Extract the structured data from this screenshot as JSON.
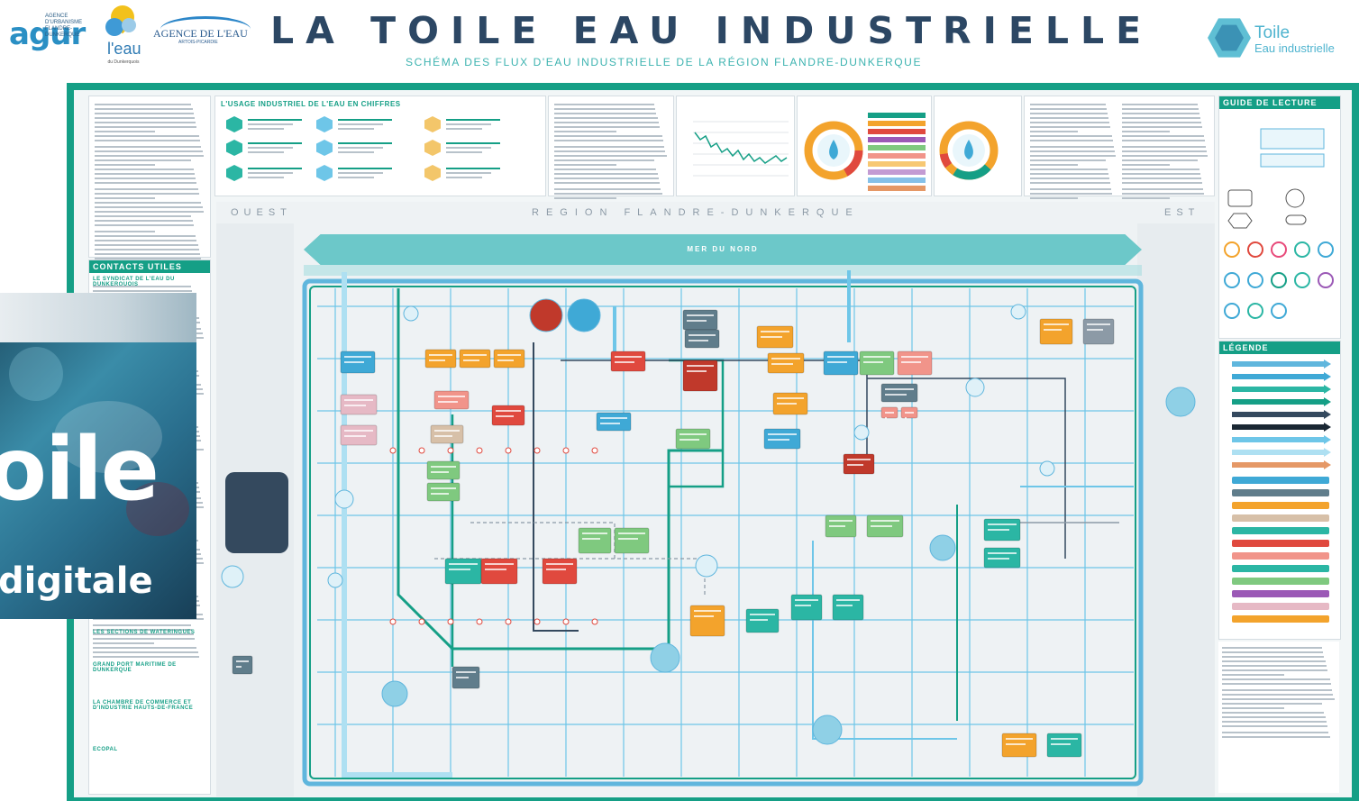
{
  "header": {
    "title": "LA TOILE EAU INDUSTRIELLE",
    "subtitle": "SCHÉMA DES FLUX D'EAU INDUSTRIELLE DE LA RÉGION FLANDRE-DUNKERQUE",
    "logos": {
      "agur": "agur",
      "agur_sub": "AGENCE D'URBANISME FLANDRE-DUNKERQUE",
      "eau": "l'eau",
      "eau_sub": "du Dunkerquois",
      "agence": "AGENCE DE L'EAU",
      "agence_sub": "ARTOIS-PICARDIE",
      "toile_1": "Toile",
      "toile_2": "Eau industrielle"
    }
  },
  "poster": {
    "usage_title": "L'USAGE INDUSTRIEL DE L'EAU EN CHIFFRES",
    "contacts_title": "CONTACTS UTILES",
    "contacts_sub1": "LE SYNDICAT DE L'EAU DU DUNKERQUOIS",
    "contacts_sub2": "LES SECTIONS DE WATERINGUES",
    "contacts_sub3": "GRAND PORT MARITIME DE DUNKERQUE",
    "contacts_sub4": "LA CHAMBRE DE COMMERCE ET D'INDUSTRIE HAUTS-DE-FRANCE",
    "contacts_sub5": "ECOPAL",
    "guide_title": "GUIDE DE LECTURE",
    "legend_title": "LÉGENDE",
    "west": "OUEST",
    "east": "EST",
    "region": "REGION FLANDRE-DUNKERQUE",
    "sea": "MER DU NORD"
  },
  "overlay": {
    "word1": "oile",
    "word2": "digitale"
  },
  "colors": {
    "brand_teal": "#159f86",
    "title_navy": "#2c4764",
    "subtitle_teal": "#3db3b0"
  }
}
